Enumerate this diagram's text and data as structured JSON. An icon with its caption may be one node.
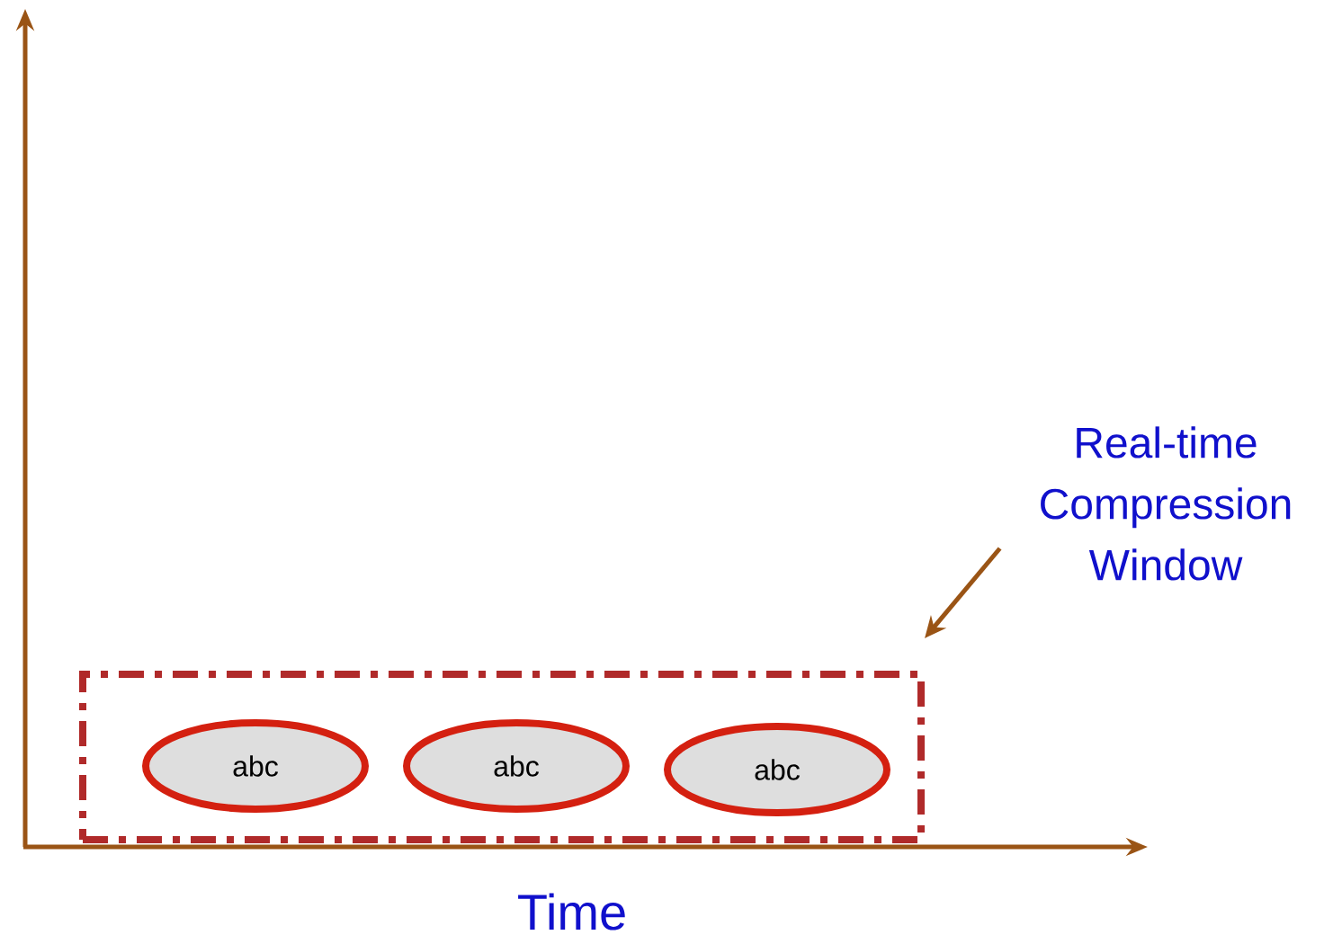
{
  "diagram": {
    "nodes": [
      {
        "text": [
          "Real-time Compression Window"
        ]
      },
      {
        "text": [],
        "shape": "box"
      },
      {
        "text": [
          "abc"
        ],
        "in": 1
      },
      {
        "text": [
          "abc"
        ],
        "in": 1
      },
      {
        "text": [
          "abc"
        ],
        "in": 1
      }
    ],
    "edges": [
      {
        "from": 0,
        "to": 1,
        "arrow": "to"
      }
    ],
    "labels": [
      "Time"
    ]
  }
}
